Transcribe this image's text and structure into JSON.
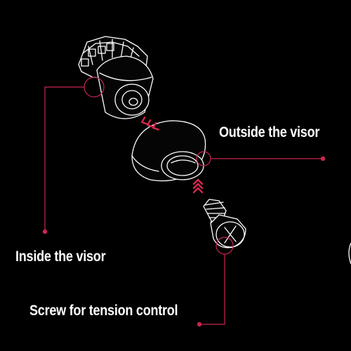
{
  "labels": {
    "outside": "Outside the visor",
    "inside": "Inside the visor",
    "screw": "Screw for tension control"
  },
  "colors": {
    "background": "#000000",
    "line": "#ffffff",
    "callout": "#c8264f",
    "arrow": "#d8264f"
  },
  "parts": [
    {
      "name": "inner-mount",
      "icon": "threaded-mount-icon"
    },
    {
      "name": "outer-cap",
      "icon": "dome-cap-icon"
    },
    {
      "name": "screw",
      "icon": "countersunk-screw-icon"
    }
  ]
}
